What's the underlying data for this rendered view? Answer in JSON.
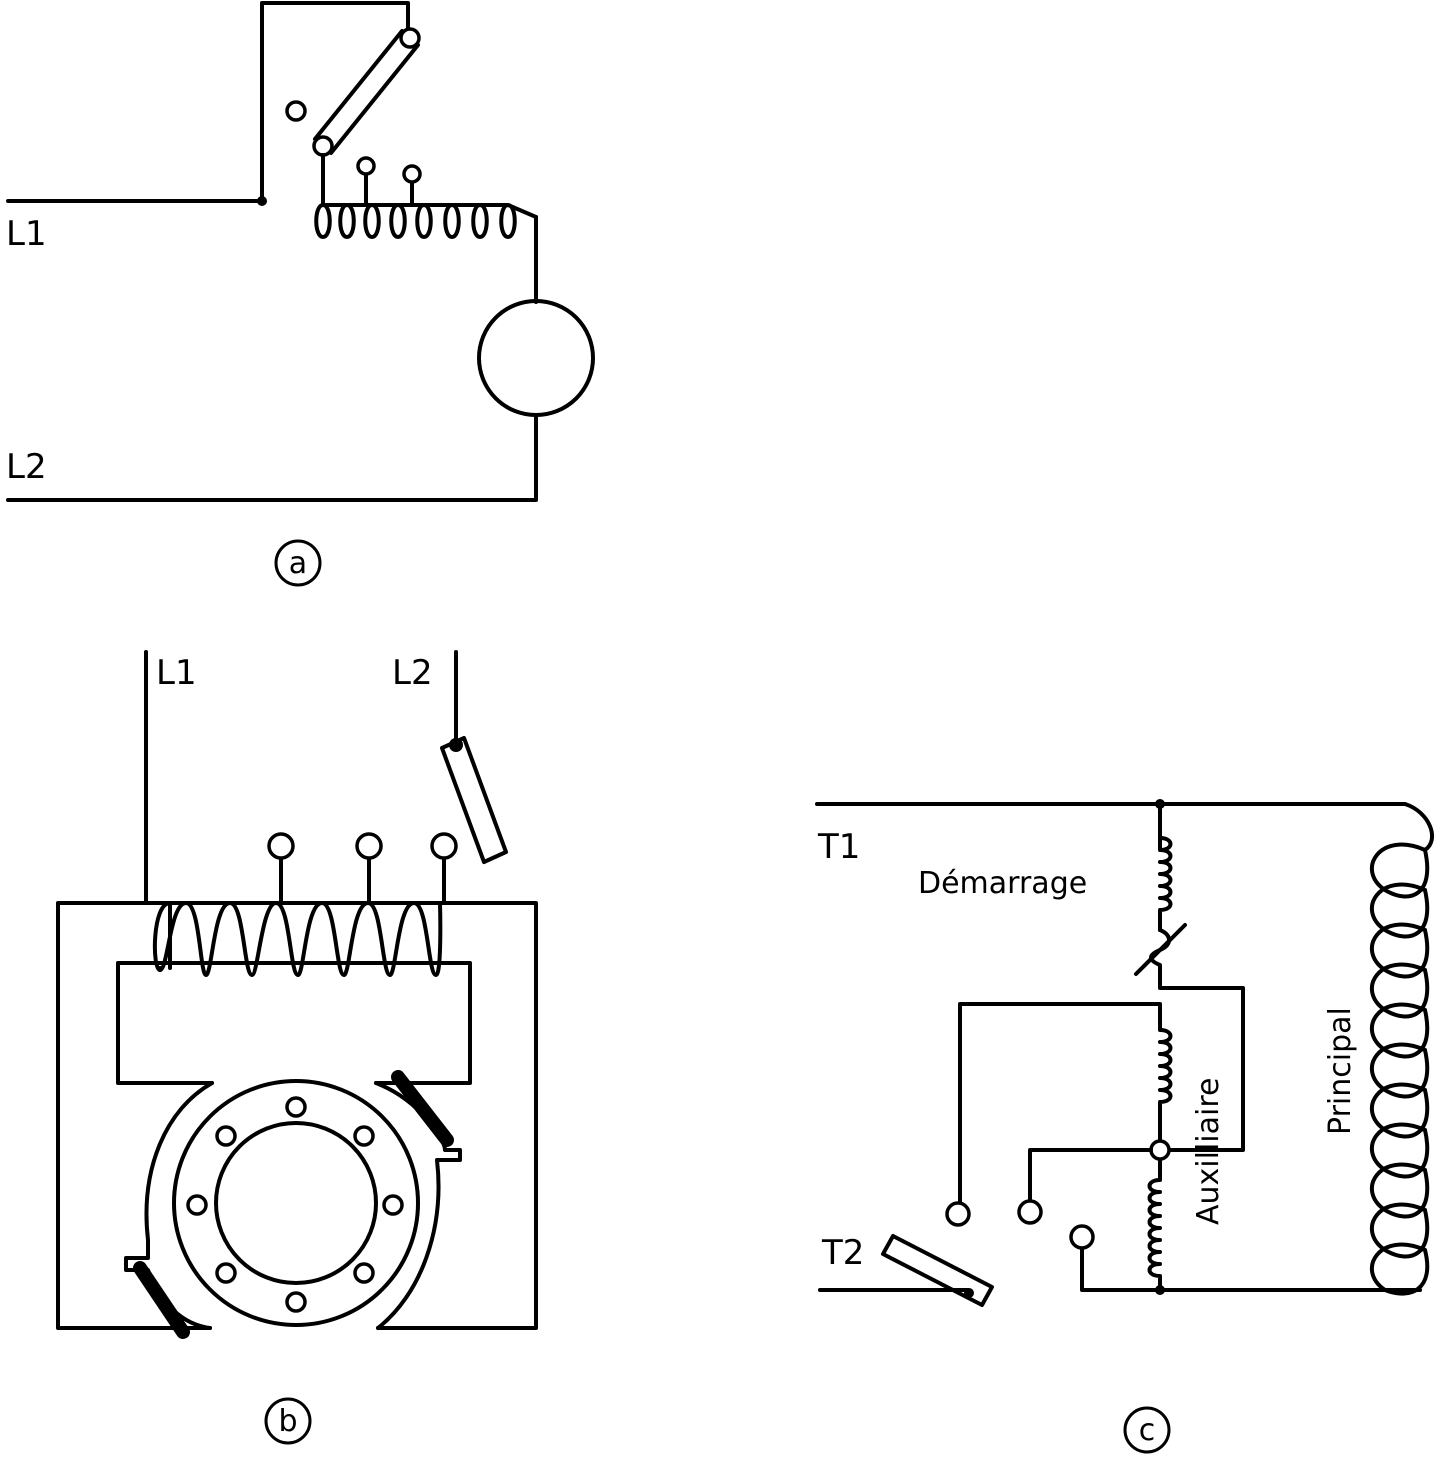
{
  "diagram_a": {
    "line_1": "L1",
    "line_2": "L2",
    "caption": "a"
  },
  "diagram_b": {
    "line_1": "L1",
    "line_2": "L2",
    "caption": "b"
  },
  "diagram_c": {
    "terminal_1": "T1",
    "terminal_2": "T2",
    "starting_winding": "Démarrage",
    "auxiliary_winding": "Auxilliaire",
    "main_winding": "Principal",
    "caption": "c"
  }
}
